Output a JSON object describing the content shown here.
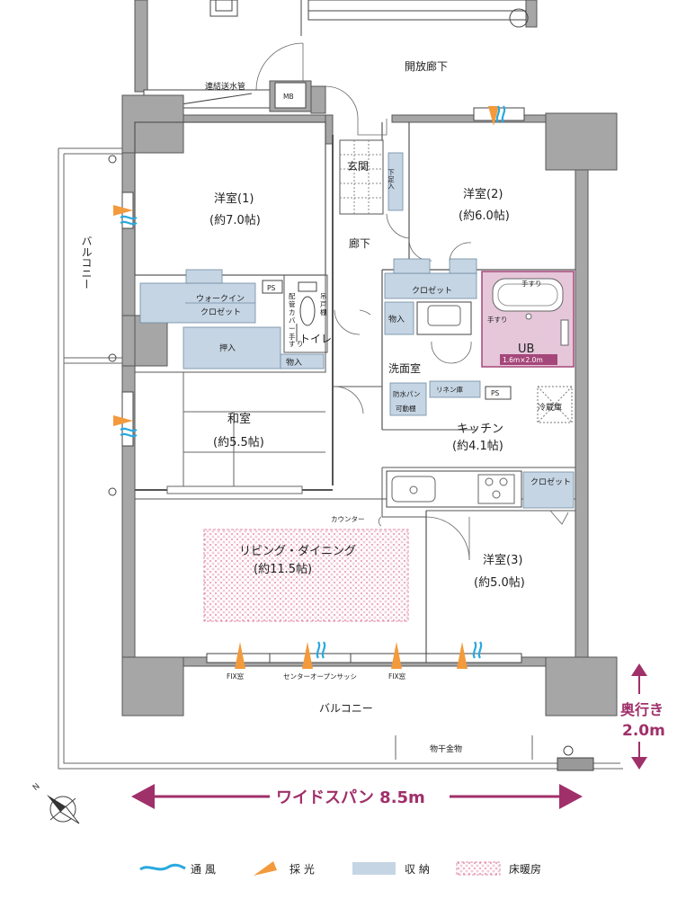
{
  "rooms": {
    "corridor_open": "開放廊下",
    "pipe": "連結送水管",
    "mb": "MB",
    "entrance": "玄関",
    "shoe": "下足入",
    "hall": "廊下",
    "western1": "洋室(1)",
    "western1_size": "(約7.0帖)",
    "western2": "洋室(2)",
    "western2_size": "(約6.0帖)",
    "walkin1": "ウォークイン",
    "walkin2": "クロゼット",
    "ps": "PS",
    "ps2": "PS",
    "pipe_cover1": "配",
    "pipe_cover2": "管",
    "pipe_cover3": "カ",
    "pipe_cover4": "バ",
    "pipe_cover5": "ー",
    "handrail_v1": "手",
    "handrail_v2": "す",
    "handrail_v3": "り",
    "hanging1": "吊",
    "hanging2": "戸",
    "hanging3": "棚",
    "toilet": "トイレ",
    "closet_w2": "クロゼット",
    "storage_small": "物入",
    "storage_toilet": "物入",
    "storage_oshiire": "押入",
    "handrail_ub1": "手すり",
    "handrail_ub2": "手すり",
    "ub": "UB",
    "ub_size": "1.6m×2.0m",
    "washroom": "洗面室",
    "linen": "リネン庫",
    "waterproof1": "防水パン",
    "waterproof2": "可動棚",
    "fridge": "冷蔵庫",
    "balcony_side": "バルコニー",
    "japanese": "和室",
    "japanese_size": "(約5.5帖)",
    "kitchen": "キッチン",
    "kitchen_size": "(約4.1帖)",
    "closet_w3": "クロゼット",
    "counter": "カウンター",
    "living": "リビング・ダイニング",
    "living_size": "(約11.5帖)",
    "western3": "洋室(3)",
    "western3_size": "(約5.0帖)",
    "fix1": "FIX窓",
    "center_sash": "センターオープンサッシ",
    "fix2": "FIX窓",
    "balcony_bottom": "バルコニー",
    "drying": "物干金物"
  },
  "dimensions": {
    "depth_label": "奥行き",
    "depth_value": "2.0m",
    "wide_span": "ワイドスパン  8.5m"
  },
  "compass": "N",
  "legend": [
    {
      "label": "通 風",
      "icon": "wind-wave-icon"
    },
    {
      "label": "採 光",
      "icon": "light-icon"
    },
    {
      "label": "収 納",
      "icon": "storage-swatch-icon"
    },
    {
      "label": "床暖房",
      "icon": "floor-heating-swatch-icon"
    }
  ],
  "colors": {
    "wind": "#29a9e0",
    "light": "#f39a3c",
    "storage": "#c5d5e4",
    "heating": "#e38aa8",
    "ub_fill": "#e6c7da",
    "ub_label_bg": "#a5477a",
    "arrow": "#a0306a"
  }
}
